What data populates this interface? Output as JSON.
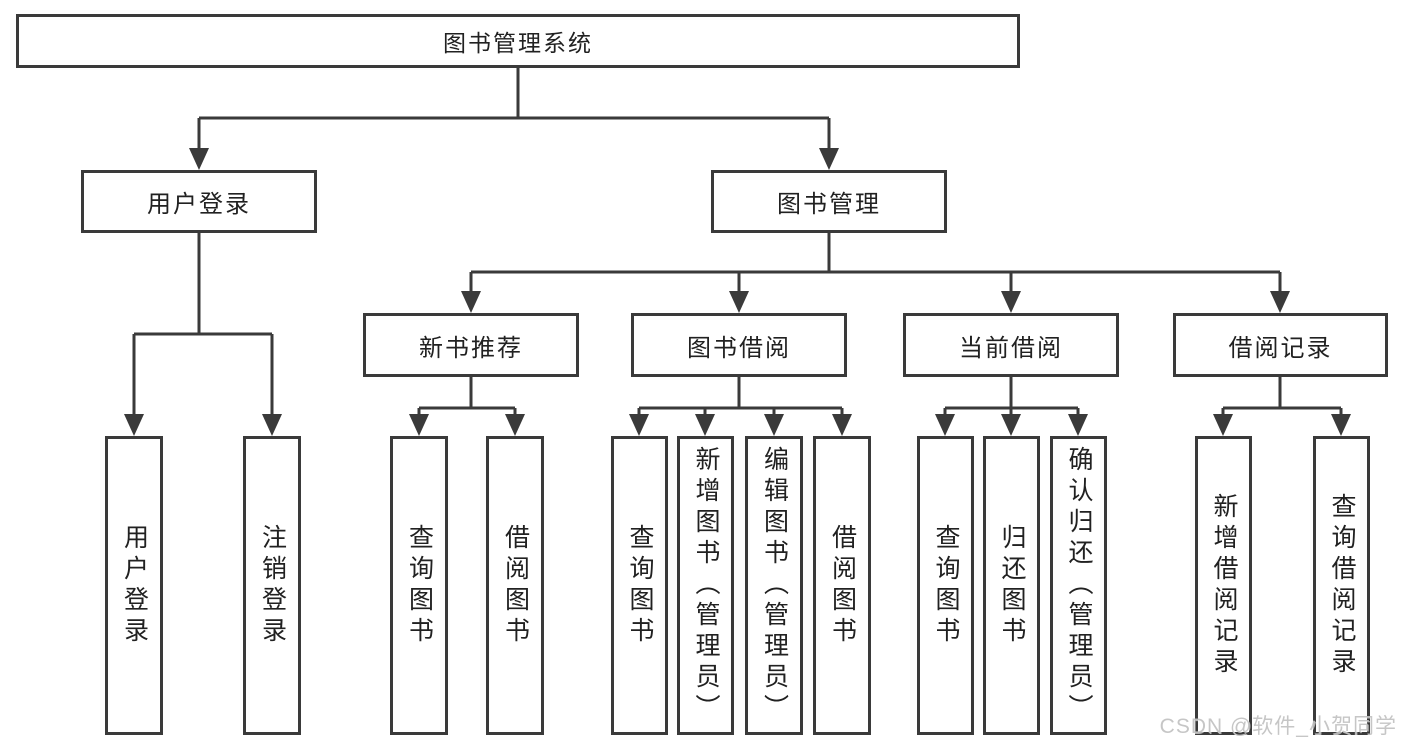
{
  "diagram": {
    "tree": {
      "label": "图书管理系统",
      "children": [
        {
          "label": "用户登录",
          "children": [
            {
              "label": "用户登录"
            },
            {
              "label": "注销登录"
            }
          ]
        },
        {
          "label": "图书管理",
          "children": [
            {
              "label": "新书推荐",
              "children": [
                {
                  "label": "查询图书"
                },
                {
                  "label": "借阅图书"
                }
              ]
            },
            {
              "label": "图书借阅",
              "children": [
                {
                  "label": "查询图书"
                },
                {
                  "label": "新增图书（管理员）"
                },
                {
                  "label": "编辑图书（管理员）"
                },
                {
                  "label": "借阅图书"
                }
              ]
            },
            {
              "label": "当前借阅",
              "children": [
                {
                  "label": "查询图书"
                },
                {
                  "label": "归还图书"
                },
                {
                  "label": "确认归还（管理员）"
                }
              ]
            },
            {
              "label": "借阅记录",
              "children": [
                {
                  "label": "新增借阅记录"
                },
                {
                  "label": "查询借阅记录"
                }
              ]
            }
          ]
        }
      ]
    }
  },
  "watermark": {
    "text": "CSDN @软件_小贺同学"
  },
  "colors": {
    "background": "#ffffff",
    "line": "#3a3a3a",
    "box_border": "#3a3a3a",
    "text": "#212121",
    "watermark": "#c1c1c1"
  }
}
